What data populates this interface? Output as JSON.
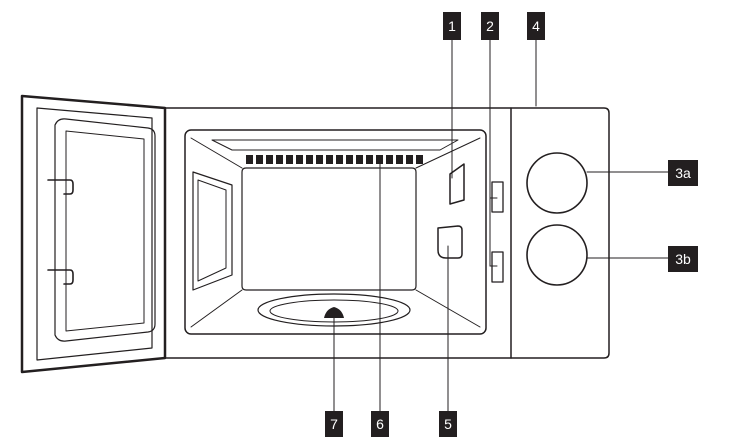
{
  "callouts": {
    "c1": "1",
    "c2": "2",
    "c3a": "3a",
    "c3b": "3b",
    "c4": "4",
    "c5": "5",
    "c6": "6",
    "c7": "7"
  },
  "colors": {
    "ink": "#231f20",
    "door_fill": "#f4f4f4",
    "background": "#ffffff"
  }
}
